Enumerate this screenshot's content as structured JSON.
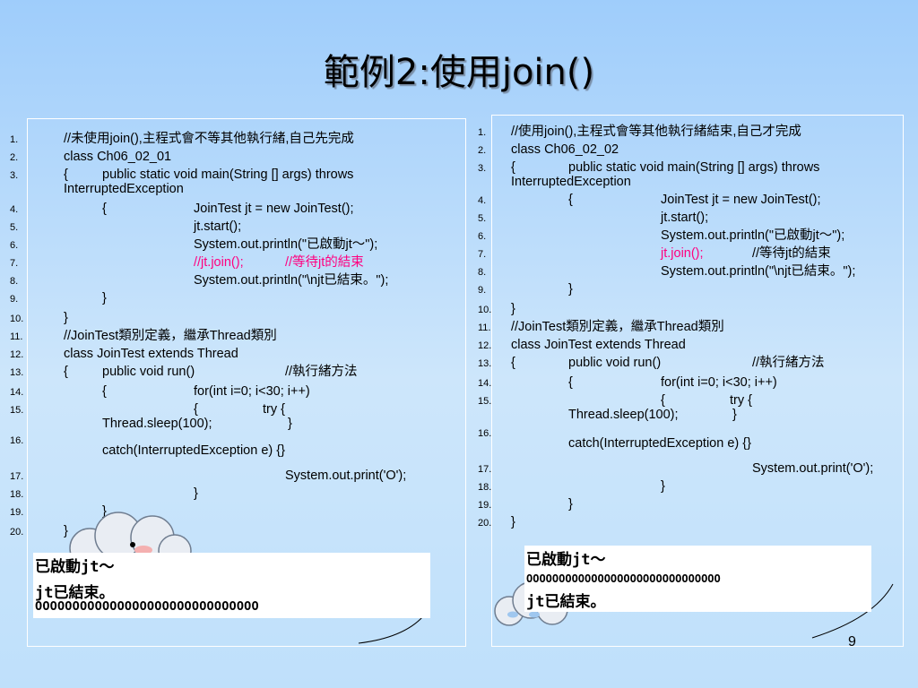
{
  "slide": {
    "title": "範例2:使用join()",
    "page_number": "9"
  },
  "left": {
    "lines": [
      {
        "n": "1.",
        "segs": [
          "//未使用join(),主程式會不等其他執行緒,自己先完成"
        ]
      },
      {
        "n": "2.",
        "segs": [
          "class Ch06_02_01"
        ]
      },
      {
        "n": "3.",
        "segs": [
          "{",
          "public static void main(String [] args) throws"
        ],
        "cont": "InterruptedException"
      },
      {
        "n": "4.",
        "segs": [
          "{",
          "JoinTest jt = new JoinTest();"
        ]
      },
      {
        "n": "5.",
        "segs": [
          "jt.start();"
        ]
      },
      {
        "n": "6.",
        "segs": [
          "System.out.println(\"已啟動jt～\");"
        ]
      },
      {
        "n": "7.",
        "segs": [
          "//jt.join();",
          "//等待jt的結束"
        ]
      },
      {
        "n": "8.",
        "segs": [
          "System.out.println(\"\\njt已結束。\");"
        ]
      },
      {
        "n": "9.",
        "segs": [
          "}"
        ]
      },
      {
        "n": "10.",
        "segs": [
          "}"
        ]
      },
      {
        "n": "11.",
        "segs": [
          "//JoinTest類別定義，繼承Thread類別"
        ]
      },
      {
        "n": "12.",
        "segs": [
          "class JoinTest extends Thread"
        ]
      },
      {
        "n": "13.",
        "segs": [
          "{",
          "public void run()",
          "//執行緒方法"
        ]
      },
      {
        "n": "14.",
        "segs": [
          "{",
          "for(int i=0; i<30; i++)"
        ]
      },
      {
        "n": "15.",
        "segs": [
          "{",
          "try {"
        ],
        "cont": "Thread.sleep(100);",
        "cont2": "}"
      },
      {
        "n": "16.",
        "segs": [],
        "cont": "catch(InterruptedException e) {}"
      },
      {
        "n": "17.",
        "segs": [
          "System.out.print('O');"
        ]
      },
      {
        "n": "18.",
        "segs": [
          "}"
        ]
      },
      {
        "n": "19.",
        "segs": [
          "}"
        ]
      },
      {
        "n": "20.",
        "segs": [
          "}"
        ]
      }
    ],
    "output": [
      "已啟動jt～",
      "jt已結束。",
      "OOOOOOOOOOOOOOOOOOOOOOOOOOOOOO"
    ]
  },
  "right": {
    "lines": [
      {
        "n": "1.",
        "segs": [
          "//使用join(),主程式會等其他執行緒結束,自己才完成"
        ]
      },
      {
        "n": "2.",
        "segs": [
          "class Ch06_02_02"
        ]
      },
      {
        "n": "3.",
        "segs": [
          "{",
          "public static void main(String [] args) throws"
        ],
        "cont": "InterruptedException"
      },
      {
        "n": "4.",
        "segs": [
          "{",
          "JoinTest jt = new JoinTest();"
        ]
      },
      {
        "n": "5.",
        "segs": [
          "jt.start();"
        ]
      },
      {
        "n": "6.",
        "segs": [
          "System.out.println(\"已啟動jt～\");"
        ]
      },
      {
        "n": "7.",
        "segs": [
          "jt.join();",
          "//等待jt的結束"
        ]
      },
      {
        "n": "8.",
        "segs": [
          "System.out.println(\"\\njt已結束。\");"
        ]
      },
      {
        "n": "9.",
        "segs": [
          "}"
        ]
      },
      {
        "n": "10.",
        "segs": [
          "}"
        ]
      },
      {
        "n": "11.",
        "segs": [
          "//JoinTest類別定義，繼承Thread類別"
        ]
      },
      {
        "n": "12.",
        "segs": [
          "class JoinTest extends Thread"
        ]
      },
      {
        "n": "13.",
        "segs": [
          "{",
          "public void run()",
          "//執行緒方法"
        ]
      },
      {
        "n": "14.",
        "segs": [
          "{",
          "for(int i=0; i<30; i++)"
        ]
      },
      {
        "n": "15.",
        "segs": [
          "{",
          "try {"
        ],
        "cont": "Thread.sleep(100);",
        "cont2": "}"
      },
      {
        "n": "16.",
        "segs": [],
        "cont": "catch(InterruptedException e) {}"
      },
      {
        "n": "17.",
        "segs": [
          "System.out.print('O');"
        ]
      },
      {
        "n": "18.",
        "segs": [
          "}"
        ]
      },
      {
        "n": "19.",
        "segs": [
          "}"
        ]
      },
      {
        "n": "20.",
        "segs": [
          "}"
        ]
      }
    ],
    "output": [
      "已啟動jt～",
      "OOOOOOOOOOOOOOOOOOOOOOOOOOOOOO",
      "jt已結束。"
    ]
  },
  "colors": {
    "highlight": "#ff0080",
    "background": "#b3d9fb"
  }
}
